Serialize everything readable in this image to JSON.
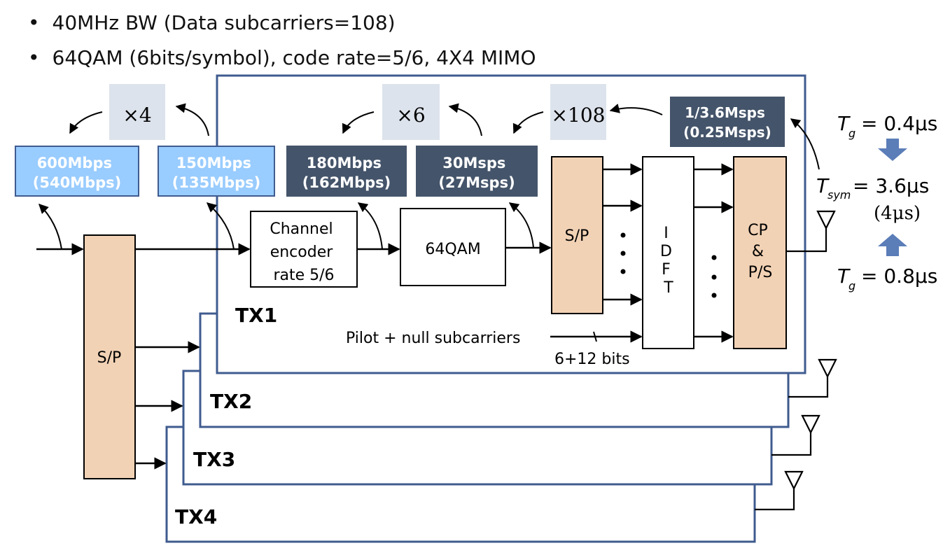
{
  "bullets": [
    "40MHz BW (Data subcarriers=108)",
    "64QAM (6bits/symbol), code rate=5/6, 4X4 MIMO"
  ],
  "multipliers": {
    "x4": "×4",
    "x6": "×6",
    "x108": "×108"
  },
  "rates": {
    "r600": [
      "600Mbps",
      "(540Mbps)"
    ],
    "r150": [
      "150Mbps",
      "(135Mbps)"
    ],
    "r180": [
      "180Mbps",
      "(162Mbps)"
    ],
    "r30": [
      "30Msps",
      "(27Msps)"
    ],
    "rsym": [
      "1/3.6Msps",
      "(0.25Msps)"
    ]
  },
  "blocks": {
    "sp_outer": "S/P",
    "encoder": [
      "Channel",
      "encoder",
      "rate 5/6"
    ],
    "qam": "64QAM",
    "sp_inner": "S/P",
    "idft": [
      "I",
      "D",
      "F",
      "T"
    ],
    "cp": [
      "CP",
      "&",
      "P/S"
    ]
  },
  "tx_labels": [
    "TX1",
    "TX2",
    "TX3",
    "TX4"
  ],
  "pilot_label": "Pilot + null subcarriers",
  "bits_label": "6+12 bits",
  "timing": {
    "tg1": {
      "sym": "T",
      "sub": "g",
      "eq": "= 0.4μs"
    },
    "tsym": {
      "sym": "T",
      "sub": "sym",
      "eq": "= 3.6μs"
    },
    "tsym_alt": "(4μs)",
    "tg2": {
      "sym": "T",
      "sub": "g",
      "eq": "= 0.8μs"
    }
  },
  "colors": {
    "light_blue_fill": "#99ccff",
    "dark_blue_fill": "#44546a",
    "tan_fill": "#f2d2b5",
    "frame_stroke": "#3f5b8f",
    "multiplier_bg": "#dde3ec",
    "timing_arrow": "#5b7db8"
  }
}
